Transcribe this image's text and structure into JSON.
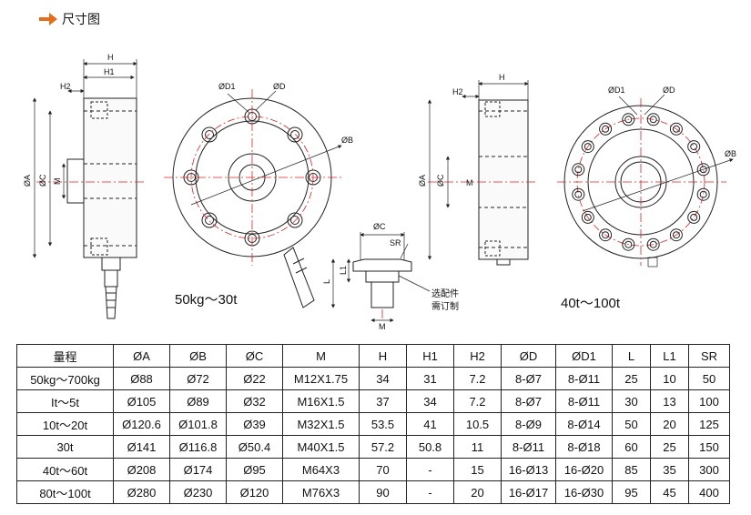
{
  "header": {
    "title": "尺寸图",
    "arrow_color": "#e0701e"
  },
  "drawing": {
    "labels": {
      "H": "H",
      "H1": "H1",
      "H2": "H2",
      "phiA": "ØA",
      "phiC": "ØC",
      "M": "M",
      "phiD1": "ØD1",
      "phiD": "ØD",
      "phiB": "ØB",
      "L": "L",
      "L1": "L1",
      "SR": "SR",
      "accessory_line1": "选配件",
      "accessory_line2": "需订制"
    },
    "model_small": "50kg～30t",
    "model_large": "40t～100t",
    "line_color": "#222222",
    "center_line_color": "#e02020"
  },
  "table": {
    "headers": [
      "量程",
      "ØA",
      "ØB",
      "ØC",
      "M",
      "H",
      "H1",
      "H2",
      "ØD",
      "ØD1",
      "L",
      "L1",
      "SR"
    ],
    "rows": [
      [
        "50kg～700kg",
        "Ø88",
        "Ø72",
        "Ø22",
        "M12X1.75",
        "34",
        "31",
        "7.2",
        "8-Ø7",
        "8-Ø11",
        "25",
        "10",
        "50"
      ],
      [
        "It～5t",
        "Ø105",
        "Ø89",
        "Ø32",
        "M16X1.5",
        "37",
        "34",
        "7.2",
        "8-Ø7",
        "8-Ø11",
        "30",
        "13",
        "100"
      ],
      [
        "10t～20t",
        "Ø120.6",
        "Ø101.8",
        "Ø39",
        "M32X1.5",
        "53.5",
        "41",
        "10.5",
        "8-Ø9",
        "8-Ø14",
        "50",
        "20",
        "125"
      ],
      [
        "30t",
        "Ø141",
        "Ø116.8",
        "Ø50.4",
        "M40X1.5",
        "57.2",
        "50.8",
        "11",
        "8-Ø11",
        "8-Ø18",
        "60",
        "25",
        "150"
      ],
      [
        "40t～60t",
        "Ø208",
        "Ø174",
        "Ø95",
        "M64X3",
        "70",
        "-",
        "15",
        "16-Ø13",
        "16-Ø20",
        "85",
        "35",
        "300"
      ],
      [
        "80t～100t",
        "Ø280",
        "Ø230",
        "Ø120",
        "M76X3",
        "90",
        "-",
        "20",
        "16-Ø17",
        "16-Ø30",
        "95",
        "45",
        "400"
      ]
    ]
  }
}
